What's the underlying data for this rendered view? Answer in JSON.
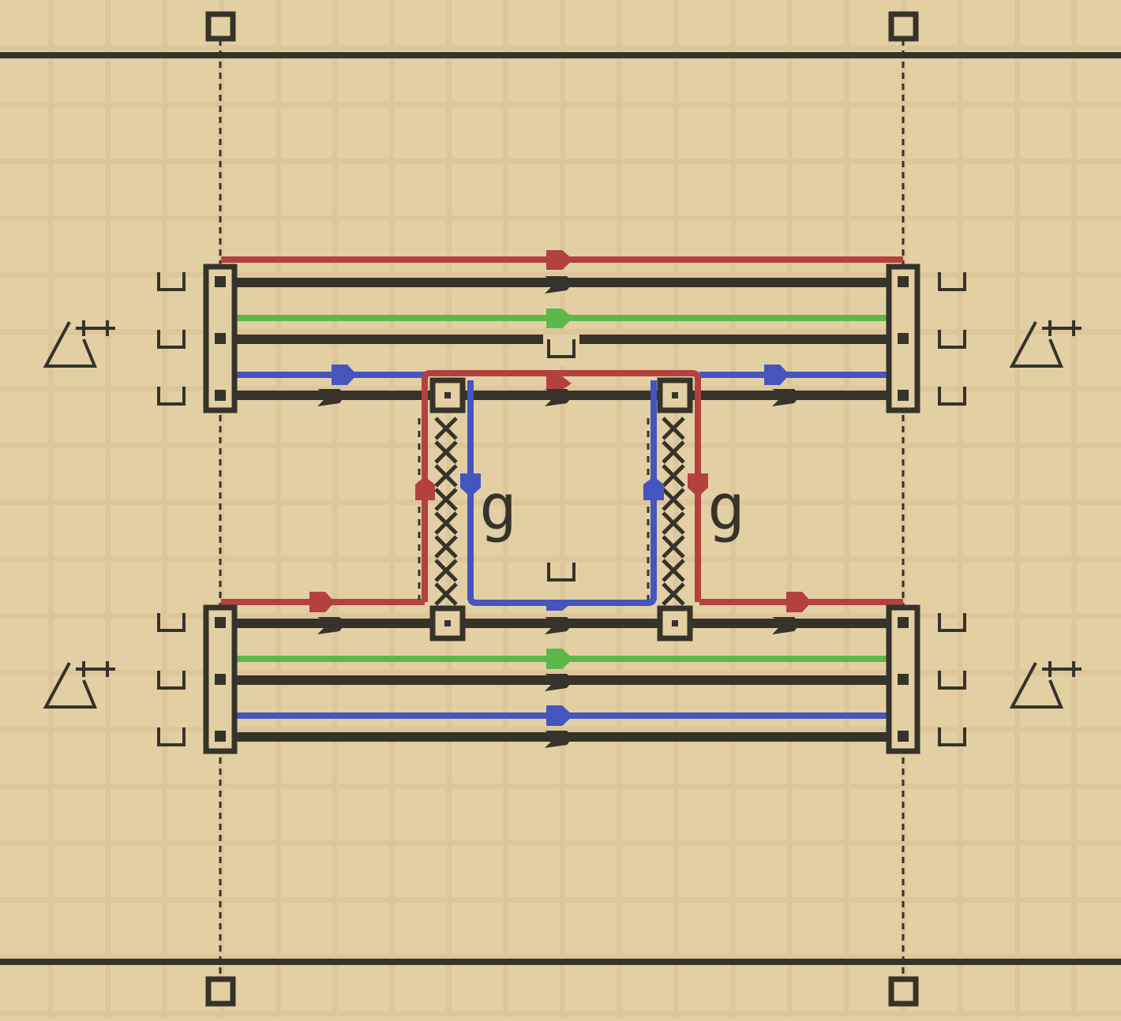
{
  "palette": {
    "background": "#e3cfa4",
    "grid": "#dcc69a",
    "ink": "#35332a",
    "red": "#b34140",
    "green": "#5cb84a",
    "blue": "#4455bd"
  },
  "symbols": {
    "pin": "u",
    "middle_pin": "u",
    "tool_mark": "Δ↔",
    "channel": "g"
  },
  "blocks": [
    {
      "id": "top-left-block",
      "side": "left",
      "pins": [
        "u",
        "u",
        "u"
      ]
    },
    {
      "id": "top-right-block",
      "side": "right",
      "pins": [
        "u",
        "u",
        "u"
      ]
    },
    {
      "id": "bottom-left-block",
      "side": "left",
      "pins": [
        "u",
        "u",
        "u"
      ]
    },
    {
      "id": "bottom-right-block",
      "side": "right",
      "pins": [
        "u",
        "u",
        "u"
      ]
    }
  ],
  "wires": [
    {
      "id": "wire-red-top",
      "color": "red"
    },
    {
      "id": "wire-green-top",
      "color": "green"
    },
    {
      "id": "wire-blue-top",
      "color": "blue"
    },
    {
      "id": "wire-red-bottom",
      "color": "red"
    },
    {
      "id": "wire-green-bottom",
      "color": "green"
    },
    {
      "id": "wire-blue-bottom",
      "color": "blue"
    }
  ],
  "channels": [
    {
      "id": "channel-left",
      "label": "g"
    },
    {
      "id": "channel-right",
      "label": "g"
    }
  ]
}
